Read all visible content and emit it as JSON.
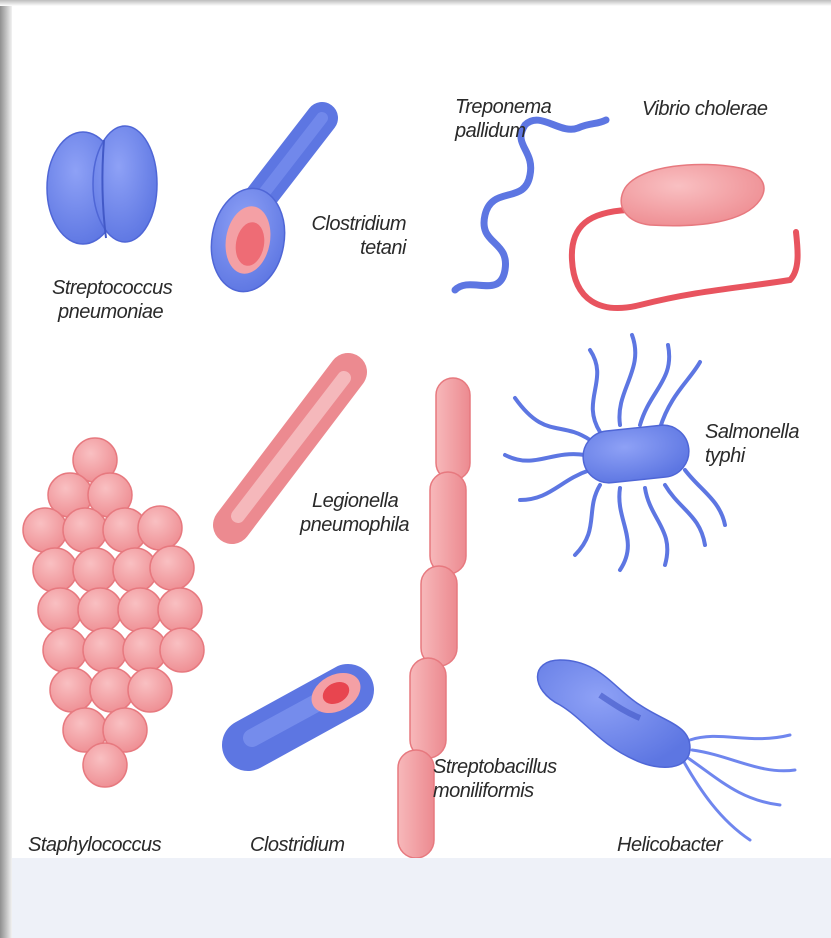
{
  "labels": {
    "strep": [
      "Streptococcus",
      "pneumoniae"
    ],
    "clos_tetani": [
      "Clostridium",
      "tetani"
    ],
    "treponema": [
      "Treponema",
      "pallidum"
    ],
    "vibrio": [
      "Vibrio cholerae"
    ],
    "legionella": [
      "Legionella",
      "pneumophila"
    ],
    "salmonella": [
      "Salmonella",
      "typhi"
    ],
    "streptobacillus": [
      "Streptobacillus",
      "moniliformis"
    ],
    "staph": [
      "Staphylococcus"
    ],
    "clostridium": [
      "Clostridium"
    ],
    "helicobacter": [
      "Helicobacter"
    ]
  },
  "colors": {
    "blue": "#6f86ee",
    "blue_dark": "#4f66d6",
    "pink": "#f2a3a6",
    "pink_dark": "#e7797f",
    "red": "#e84a55"
  }
}
